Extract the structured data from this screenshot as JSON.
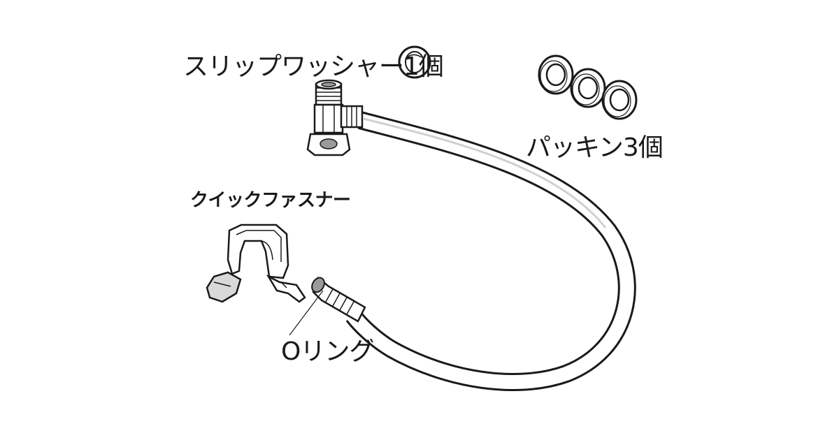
{
  "labels": {
    "slip_washer": "スリップワッシャー1個",
    "packing": "パッキン3個",
    "quick_fastener": "クイックファスナー",
    "o_ring": "Oリング"
  },
  "colors": {
    "line": "#1a1a1a",
    "shade_light": "#d9d9d9",
    "shade_mid": "#9a9a9a",
    "background": "#ffffff"
  }
}
